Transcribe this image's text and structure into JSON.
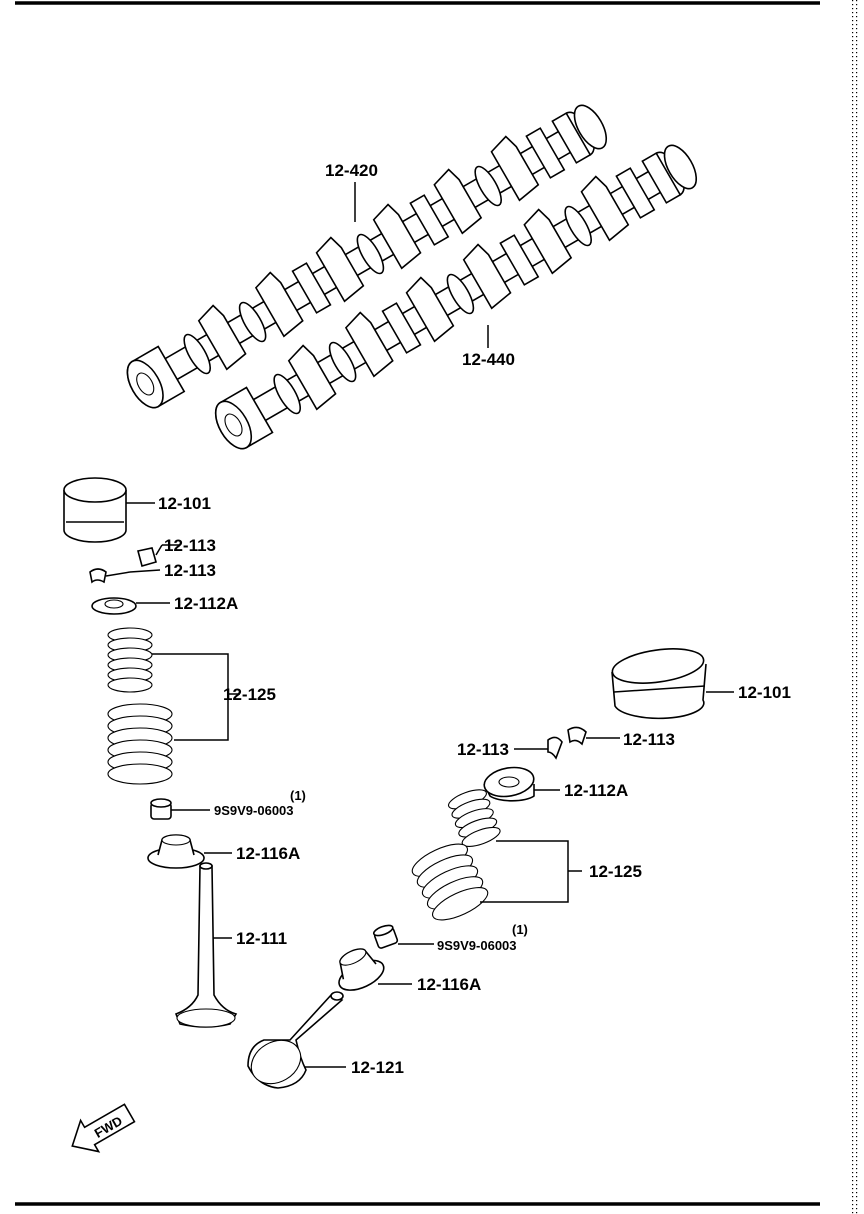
{
  "labels": {
    "camshaft_upper": "12-420",
    "camshaft_lower": "12-440",
    "tappet_left": "12-101",
    "keeper_left_a": "12-113",
    "keeper_left_b": "12-113",
    "retainer_left": "12-112A",
    "spring_left": "12-125",
    "seal_qty_left": "(1)",
    "seal_left": "9S9V9-06003",
    "seat_left": "12-116A",
    "valve_left": "12-111",
    "tappet_right": "12-101",
    "keeper_right_a": "12-113",
    "keeper_right_b": "12-113",
    "retainer_right": "12-112A",
    "spring_right": "12-125",
    "seal_qty_right": "(1)",
    "seal_right": "9S9V9-06003",
    "seat_right": "12-116A",
    "valve_right": "12-121",
    "fwd_arrow": "FWD"
  }
}
